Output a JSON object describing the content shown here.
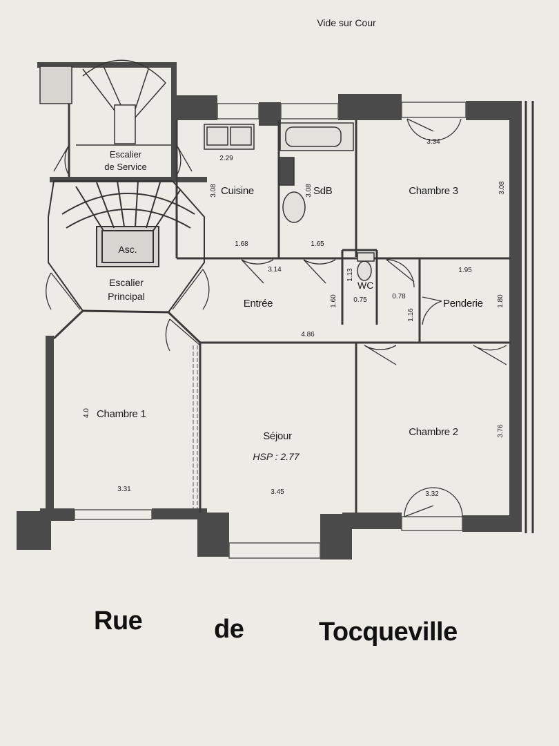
{
  "header": {
    "courtyard": "Vide sur Cour"
  },
  "rooms": {
    "service_stair": [
      "Escalier",
      "de Service"
    ],
    "main_stair": [
      "Escalier",
      "Principal"
    ],
    "elevator": "Asc.",
    "kitchen": "Cuisine",
    "bathroom": "SdB",
    "bedroom3": "Chambre 3",
    "wc": "WC",
    "entrance": "Entrée",
    "closet": "Penderie",
    "bedroom1": "Chambre 1",
    "living": "Séjour",
    "ceiling_height": "HSP : 2.77",
    "bedroom2": "Chambre 2"
  },
  "dimensions": {
    "kitchen_top": "2.29",
    "kitchen_side": "3.08",
    "kitchen_bottom": "1.68",
    "bath_side": "3.08",
    "bath_bottom": "1.65",
    "bed3_top": "3.34",
    "bed3_side": "3.08",
    "entry_top": "3.14",
    "wc_side": "1.13",
    "wc_bottom": "0.75",
    "entry_side": "1.60",
    "wc_door": "0.78",
    "closet_top": "1.95",
    "closet_left": "1.16",
    "closet_side": "1.80",
    "entry_bottom": "4.86",
    "bed1_side": "4.0",
    "bed1_bottom": "3.31",
    "living_bottom": "3.45",
    "bed2_side": "3.76",
    "bed2_bottom": "3.32"
  },
  "street": {
    "word1": "Rue",
    "word2": "de",
    "word3": "Tocqueville"
  }
}
